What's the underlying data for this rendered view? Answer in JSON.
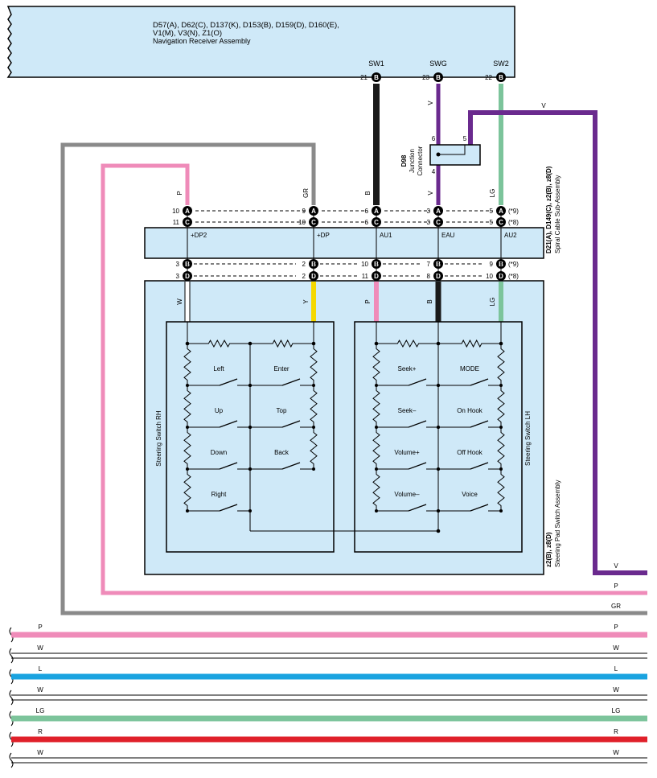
{
  "colors": {
    "panel_fill": "#cfe9f8",
    "black": "#1a1a1a",
    "violet": "#6a2a8e",
    "light_green": "#7cc49b",
    "pink": "#ef8bb9",
    "gray": "#8a8a8a",
    "yellow": "#f5d800",
    "blue": "#1aa3e0",
    "red": "#e0202a"
  },
  "receiver": {
    "codes_line1": "D57(A), D62(C), D137(K), D153(B), D159(D), D160(E),",
    "codes_line2": "V1(M), V3(N), Z1(O)",
    "name": "Navigation Receiver Assembly",
    "terminals": [
      {
        "label": "SW1",
        "pin": "21",
        "letter": "B"
      },
      {
        "label": "SWG",
        "pin": "23",
        "letter": "B"
      },
      {
        "label": "SW2",
        "pin": "22",
        "letter": "B"
      }
    ]
  },
  "junction": {
    "code": "D98",
    "name_line1": "Junction",
    "name_line2": "Connector",
    "pin_in": "6",
    "pin_out": "4",
    "pin_side": "5"
  },
  "wire_labels": {
    "sw1": "B",
    "swg_top": "V",
    "swg_mid": "V",
    "sw2": "LG",
    "violet_long": "V",
    "pink_top": "P",
    "gray_top": "GR",
    "bot_1": "W",
    "bot_2": "Y",
    "bot_3": "P",
    "bot_4": "B",
    "bot_5": "LG"
  },
  "spiral": {
    "codes": "D21(A), D149(C), z2(B), z8(D)",
    "name": "Spiral Cable Sub-Assembly",
    "top_row_a": [
      {
        "left": "10",
        "letter": "A",
        "right": "9"
      },
      {
        "left": "",
        "letter": "A",
        "right": "6"
      },
      {
        "left": "",
        "letter": "A",
        "right": "3"
      },
      {
        "left": "",
        "letter": "A",
        "right": "5"
      },
      {
        "left": "",
        "letter": "A",
        "right": "(*9)"
      }
    ],
    "top_row_c": [
      {
        "left": "11",
        "letter": "C",
        "right": "10"
      },
      {
        "left": "",
        "letter": "C",
        "right": "6"
      },
      {
        "left": "",
        "letter": "C",
        "right": "3"
      },
      {
        "left": "",
        "letter": "C",
        "right": "5"
      },
      {
        "left": "",
        "letter": "C",
        "right": "(*8)"
      }
    ],
    "terminals": [
      "+DP2",
      "+DP",
      "AU1",
      "EAU",
      "AU2"
    ],
    "bot_row_b": [
      {
        "num": "3",
        "letter": "B"
      },
      {
        "num": "2",
        "letter": "B"
      },
      {
        "num": "10",
        "letter": "B"
      },
      {
        "num": "7",
        "letter": "B"
      },
      {
        "num": "9",
        "letter": "B"
      }
    ],
    "bot_row_d": [
      {
        "num": "3",
        "letter": "D"
      },
      {
        "num": "2",
        "letter": "D"
      },
      {
        "num": "11",
        "letter": "D"
      },
      {
        "num": "8",
        "letter": "D"
      },
      {
        "num": "10",
        "letter": "D"
      }
    ],
    "bot_suffix_b": "(*9)",
    "bot_suffix_d": "(*8)"
  },
  "pad": {
    "codes": "z2(B), z8(D)",
    "name": "Steering Pad Switch Assembly",
    "rh_label": "Steering Switch RH",
    "lh_label": "Steering Switch LH",
    "rh_switches": [
      "Left",
      "Enter",
      "Up",
      "Top",
      "Down",
      "Back",
      "Right"
    ],
    "lh_switches": [
      "Seek+",
      "MODE",
      "Seek–",
      "On Hook",
      "Volume+",
      "Off Hook",
      "Volume–",
      "Voice"
    ]
  },
  "right_side_labels": {
    "v": "V",
    "p": "P",
    "gr": "GR"
  },
  "bottom_wires": [
    {
      "label": "P",
      "color": "#ef8bb9"
    },
    {
      "label": "W",
      "color": "#ffffff"
    },
    {
      "label": "L",
      "color": "#1aa3e0"
    },
    {
      "label": "W",
      "color": "#ffffff"
    },
    {
      "label": "LG",
      "color": "#7cc49b"
    },
    {
      "label": "R",
      "color": "#e0202a"
    },
    {
      "label": "W",
      "color": "#ffffff"
    }
  ]
}
